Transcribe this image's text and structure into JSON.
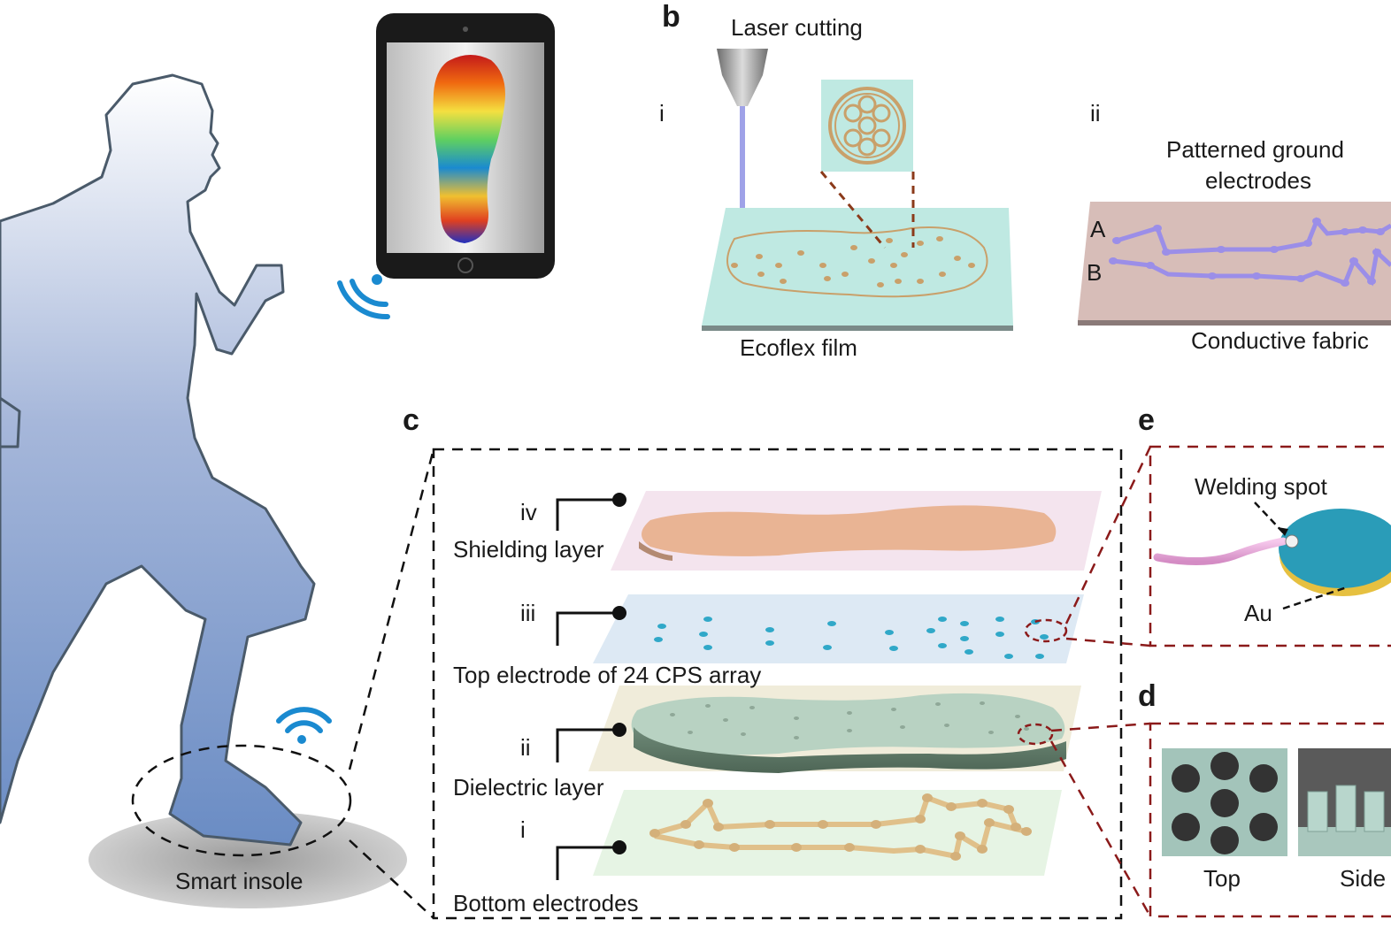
{
  "panels": {
    "b": "b",
    "c": "c",
    "d": "d",
    "e": "e"
  },
  "panel_a": {
    "insole_label": "Smart insole"
  },
  "panel_b": {
    "sub_i": "i",
    "sub_ii": "ii",
    "laser_label": "Laser cutting",
    "film_label": "Ecoflex film",
    "ground_label_1": "Patterned ground",
    "ground_label_2": "electrodes",
    "point_a": "A",
    "point_b": "B",
    "fabric_label": "Conductive fabric"
  },
  "panel_c": {
    "layers": [
      {
        "roman": "iv",
        "name": "Shielding layer"
      },
      {
        "roman": "iii",
        "name": "Top electrode of 24 CPS array"
      },
      {
        "roman": "ii",
        "name": "Dielectric layer"
      },
      {
        "roman": "i",
        "name": "Bottom electrodes"
      }
    ]
  },
  "panel_e": {
    "welding_label": "Welding spot",
    "au_label": "Au"
  },
  "panel_d": {
    "top_label": "Top",
    "side_label": "Side"
  },
  "colors": {
    "body_top": "#ffffff",
    "body_bottom": "#6a8cc4",
    "wifi": "#1a8ad0",
    "callout_red": "#8b1a1a",
    "copper": "#c9a06a"
  }
}
